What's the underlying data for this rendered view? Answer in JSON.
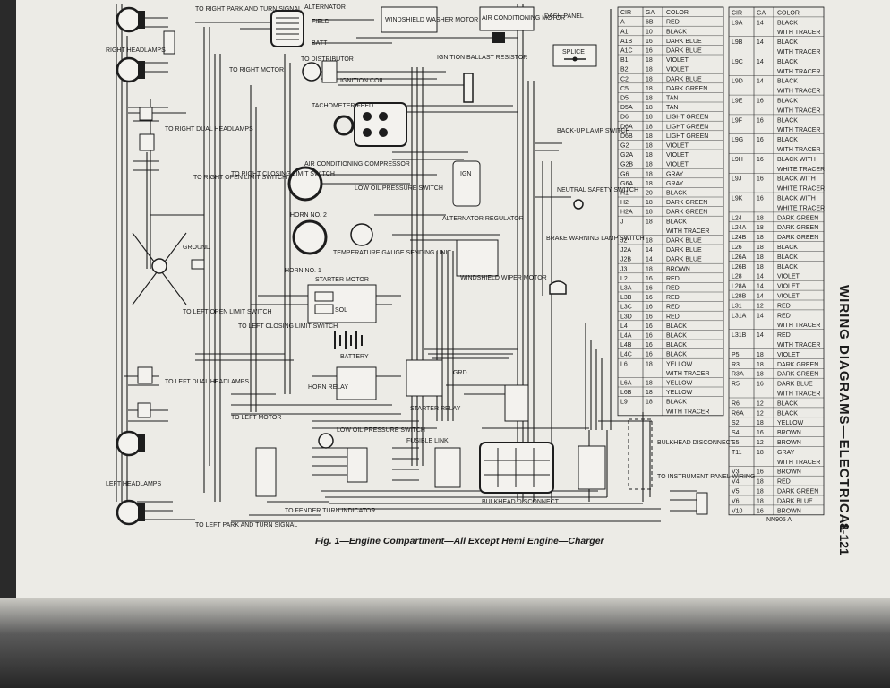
{
  "caption": "Fig. 1—Engine Compartment—All Except Hemi Engine—Charger",
  "side_title": "WIRING DIAGRAMS—ELECTRICAL",
  "page_number": "8-121",
  "figure_code": "NN905 A",
  "component_labels": {
    "right_park_turn": "TO RIGHT PARK AND TURN SIGNAL",
    "alternator": "ALTERNATOR",
    "field": "FIELD",
    "batt": "BATT",
    "washer_motor": "WINDSHIELD WASHER MOTOR",
    "ac_motor": "AIR CONDITIONING MOTOR",
    "dash_panel": "DASH PANEL",
    "right_headlamps": "RIGHT HEADLAMPS",
    "right_motor": "TO RIGHT MOTOR",
    "distributor": "TO DISTRIBUTOR",
    "ignition_coil": "IGNITION COIL",
    "ballast": "IGNITION BALLAST RESISTOR",
    "splice": "SPLICE",
    "right_dual": "TO RIGHT DUAL HEADLAMPS",
    "tach_feed": "TACHOMETER FEED",
    "backup_switch": "BACK-UP LAMP SWITCH",
    "ac_compressor": "AIR CONDITIONING COMPRESSOR",
    "right_open": "TO RIGHT OPEN LIMIT SWITCH",
    "right_closing": "TO RIGHT CLOSING LIMIT SWITCH",
    "low_oil_ac": "LOW OIL PRESSURE SWITCH",
    "ign": "IGN",
    "neutral_switch": "NEUTRAL SAFETY SWITCH",
    "horn2": "HORN NO. 2",
    "alt_regulator": "ALTERNATOR REGULATOR",
    "ground": "GROUND",
    "temp_gauge": "TEMPERATURE GAUGE SENDING UNIT",
    "brake_warning": "BRAKE WARNING LAMP SWITCH",
    "horn1": "HORN NO. 1",
    "wiper_motor": "WINDSHIELD WIPER MOTOR",
    "starter_motor": "STARTER MOTOR",
    "sol": "SOL",
    "left_open": "TO LEFT OPEN LIMIT SWITCH",
    "left_closing": "TO LEFT CLOSING LIMIT SWITCH",
    "battery": "BATTERY",
    "left_dual": "TO LEFT DUAL HEADLAMPS",
    "horn_relay": "HORN RELAY",
    "grd": "GRD",
    "starter_relay": "STARTER RELAY",
    "left_motor": "TO LEFT MOTOR",
    "low_oil": "LOW OIL PRESSURE SWITCH",
    "fusible_link": "FUSIBLE LINK",
    "bulkhead_disconnect": "BULKHEAD DISCONNECT",
    "instrument_panel": "TO INSTRUMENT PANEL WIRING",
    "left_headlamps": "LEFT HEADLAMPS",
    "left_park_turn": "TO LEFT PARK AND TURN SIGNAL",
    "fender_indicator": "TO FENDER TURN INDICATOR"
  },
  "circuit_table_left": {
    "header": [
      "CIR",
      "GA",
      "COLOR"
    ],
    "rows": [
      [
        "A",
        "6B",
        "RED"
      ],
      [
        "A1",
        "10",
        "BLACK"
      ],
      [
        "A1B",
        "16",
        "DARK BLUE"
      ],
      [
        "A1C",
        "16",
        "DARK BLUE"
      ],
      [
        "B1",
        "18",
        "VIOLET"
      ],
      [
        "B2",
        "18",
        "VIOLET"
      ],
      [
        "C2",
        "18",
        "DARK BLUE"
      ],
      [
        "C5",
        "18",
        "DARK GREEN"
      ],
      [
        "D5",
        "18",
        "TAN"
      ],
      [
        "D5A",
        "18",
        "TAN"
      ],
      [
        "D6",
        "18",
        "LIGHT GREEN"
      ],
      [
        "D6A",
        "18",
        "LIGHT GREEN"
      ],
      [
        "D6B",
        "18",
        "LIGHT GREEN"
      ],
      [
        "G2",
        "18",
        "VIOLET"
      ],
      [
        "G2A",
        "18",
        "VIOLET"
      ],
      [
        "G2B",
        "18",
        "VIOLET"
      ],
      [
        "G6",
        "18",
        "GRAY"
      ],
      [
        "G6A",
        "18",
        "GRAY"
      ],
      [
        "H1",
        "20",
        "BLACK"
      ],
      [
        "H2",
        "18",
        "DARK GREEN"
      ],
      [
        "H2A",
        "18",
        "DARK GREEN"
      ],
      [
        "J",
        "18",
        "BLACK"
      ],
      [
        "",
        "",
        "WITH TRACER"
      ],
      [
        "J2",
        "18",
        "DARK BLUE"
      ],
      [
        "J2A",
        "14",
        "DARK BLUE"
      ],
      [
        "J2B",
        "14",
        "DARK BLUE"
      ],
      [
        "J3",
        "18",
        "BROWN"
      ],
      [
        "L2",
        "16",
        "RED"
      ],
      [
        "L3A",
        "16",
        "RED"
      ],
      [
        "L3B",
        "16",
        "RED"
      ],
      [
        "L3C",
        "16",
        "RED"
      ],
      [
        "L3D",
        "16",
        "RED"
      ],
      [
        "L4",
        "16",
        "BLACK"
      ],
      [
        "L4A",
        "16",
        "BLACK"
      ],
      [
        "L4B",
        "16",
        "BLACK"
      ],
      [
        "L4C",
        "16",
        "BLACK"
      ],
      [
        "L6",
        "18",
        "YELLOW"
      ],
      [
        "",
        "",
        "WITH TRACER"
      ],
      [
        "L6A",
        "18",
        "YELLOW"
      ],
      [
        "L6B",
        "18",
        "YELLOW"
      ],
      [
        "L9",
        "18",
        "BLACK"
      ],
      [
        "",
        "",
        "WITH TRACER"
      ]
    ]
  },
  "circuit_table_right": {
    "header": [
      "CIR",
      "GA",
      "COLOR"
    ],
    "rows": [
      [
        "L9A",
        "14",
        "BLACK"
      ],
      [
        "",
        "",
        "WITH TRACER"
      ],
      [
        "L9B",
        "14",
        "BLACK"
      ],
      [
        "",
        "",
        "WITH TRACER"
      ],
      [
        "L9C",
        "14",
        "BLACK"
      ],
      [
        "",
        "",
        "WITH TRACER"
      ],
      [
        "L9D",
        "14",
        "BLACK"
      ],
      [
        "",
        "",
        "WITH TRACER"
      ],
      [
        "L9E",
        "16",
        "BLACK"
      ],
      [
        "",
        "",
        "WITH TRACER"
      ],
      [
        "L9F",
        "16",
        "BLACK"
      ],
      [
        "",
        "",
        "WITH TRACER"
      ],
      [
        "L9G",
        "16",
        "BLACK"
      ],
      [
        "",
        "",
        "WITH TRACER"
      ],
      [
        "L9H",
        "16",
        "BLACK WITH"
      ],
      [
        "",
        "",
        "WHITE TRACER"
      ],
      [
        "L9J",
        "16",
        "BLACK WITH"
      ],
      [
        "",
        "",
        "WHITE TRACER"
      ],
      [
        "L9K",
        "16",
        "BLACK WITH"
      ],
      [
        "",
        "",
        "WHITE TRACER"
      ],
      [
        "L24",
        "18",
        "DARK GREEN"
      ],
      [
        "L24A",
        "18",
        "DARK GREEN"
      ],
      [
        "L24B",
        "18",
        "DARK GREEN"
      ],
      [
        "L26",
        "18",
        "BLACK"
      ],
      [
        "L26A",
        "18",
        "BLACK"
      ],
      [
        "L26B",
        "18",
        "BLACK"
      ],
      [
        "L28",
        "14",
        "VIOLET"
      ],
      [
        "L28A",
        "14",
        "VIOLET"
      ],
      [
        "L28B",
        "14",
        "VIOLET"
      ],
      [
        "L31",
        "12",
        "RED"
      ],
      [
        "L31A",
        "14",
        "RED"
      ],
      [
        "",
        "",
        "WITH TRACER"
      ],
      [
        "L31B",
        "14",
        "RED"
      ],
      [
        "",
        "",
        "WITH TRACER"
      ],
      [
        "P5",
        "18",
        "VIOLET"
      ],
      [
        "R3",
        "18",
        "DARK GREEN"
      ],
      [
        "R3A",
        "18",
        "DARK GREEN"
      ],
      [
        "R5",
        "16",
        "DARK BLUE"
      ],
      [
        "",
        "",
        "WITH TRACER"
      ],
      [
        "R6",
        "12",
        "BLACK"
      ],
      [
        "R6A",
        "12",
        "BLACK"
      ],
      [
        "S2",
        "18",
        "YELLOW"
      ],
      [
        "S4",
        "16",
        "BROWN"
      ],
      [
        "S5",
        "12",
        "BROWN"
      ],
      [
        "T11",
        "18",
        "GRAY"
      ],
      [
        "",
        "",
        "WITH TRACER"
      ],
      [
        "V3",
        "16",
        "BROWN"
      ],
      [
        "V4",
        "18",
        "RED"
      ],
      [
        "V5",
        "18",
        "DARK GREEN"
      ],
      [
        "V6",
        "18",
        "DARK BLUE"
      ],
      [
        "V10",
        "16",
        "BROWN"
      ]
    ]
  }
}
